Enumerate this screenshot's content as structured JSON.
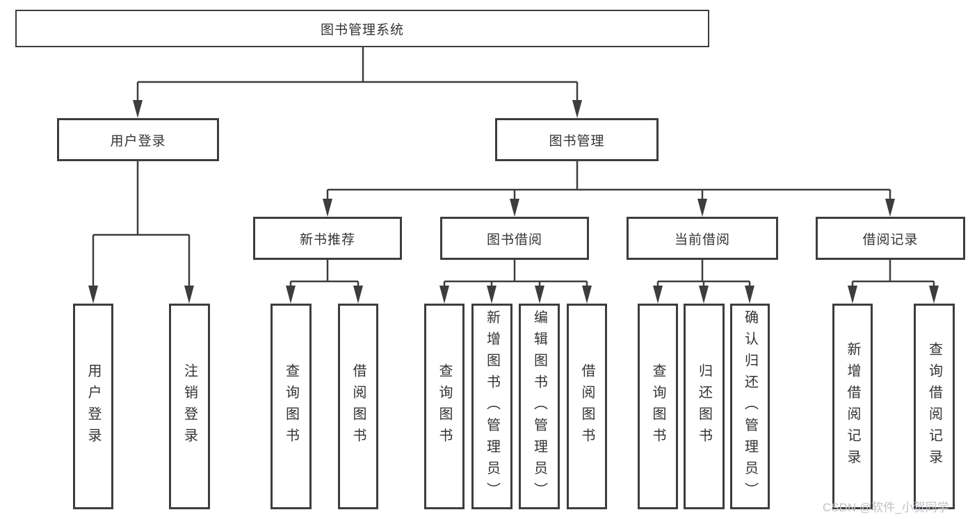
{
  "tree": {
    "label": "图书管理系统",
    "children": [
      {
        "label": "用户登录",
        "children": [
          {
            "label": "用户登录"
          },
          {
            "label": "注销登录"
          }
        ]
      },
      {
        "label": "图书管理",
        "children": [
          {
            "label": "新书推荐",
            "children": [
              {
                "label": "查询图书"
              },
              {
                "label": "借阅图书"
              }
            ]
          },
          {
            "label": "图书借阅",
            "children": [
              {
                "label": "查询图书"
              },
              {
                "label": "新增图书（管理员）"
              },
              {
                "label": "编辑图书（管理员）"
              },
              {
                "label": "借阅图书"
              }
            ]
          },
          {
            "label": "当前借阅",
            "children": [
              {
                "label": "查询图书"
              },
              {
                "label": "归还图书"
              },
              {
                "label": "确认归还（管理员）"
              }
            ]
          },
          {
            "label": "借阅记录",
            "children": [
              {
                "label": "新增借阅记录"
              },
              {
                "label": "查询借阅记录"
              }
            ]
          }
        ]
      }
    ]
  },
  "watermark": {
    "text": "CSDN @软件_小贺同学"
  },
  "colors": {
    "line": "#3d3d3d",
    "text": "#333333",
    "background": "#ffffff",
    "watermark": "#c2c2c8"
  }
}
